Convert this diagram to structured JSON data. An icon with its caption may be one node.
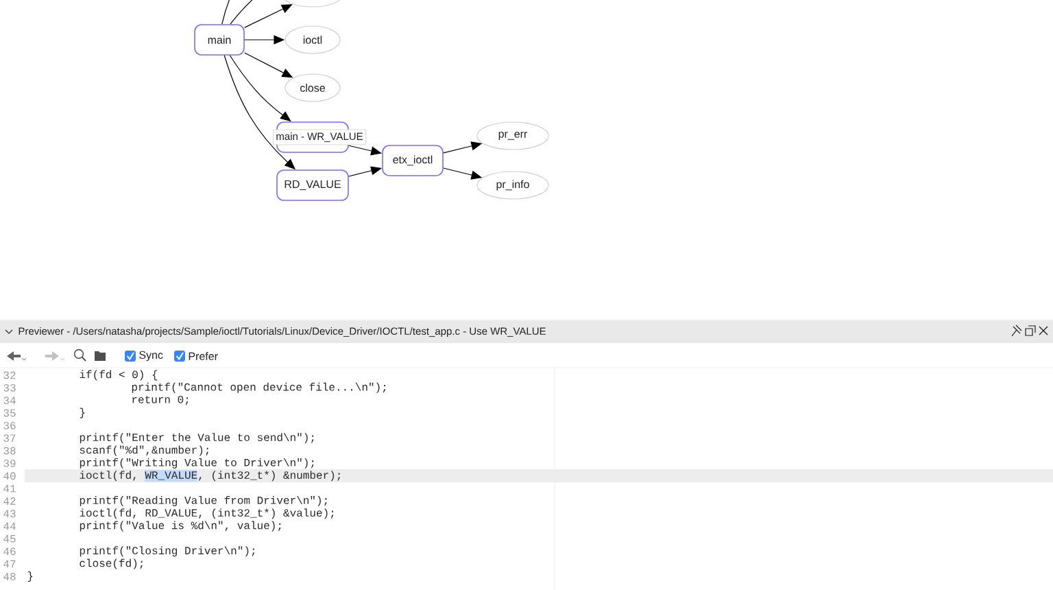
{
  "diagram": {
    "nodes": [
      {
        "text": [],
        "shape": "ellipse"
      },
      {
        "text": [
          "main"
        ]
      },
      {
        "text": [
          "ioctl"
        ]
      },
      {
        "text": [
          "close"
        ]
      },
      {
        "text": [],
        "shape": "box"
      },
      {
        "text": [
          "RD_VALUE"
        ]
      },
      {
        "text": [
          "etx_ioctl"
        ]
      },
      {
        "text": [
          "pr_err"
        ]
      },
      {
        "text": [
          "pr_info"
        ]
      }
    ],
    "edges": [
      {
        "from": 1,
        "to": null,
        "arrow": "none"
      },
      {
        "from": 1,
        "to": null,
        "arrow": "none"
      },
      {
        "from": 1,
        "to": 0,
        "arrow": "to"
      },
      {
        "from": 1,
        "to": 2,
        "arrow": "to"
      },
      {
        "from": 1,
        "to": 3,
        "arrow": "to"
      },
      {
        "from": 1,
        "to": 4,
        "arrow": "to"
      },
      {
        "from": 1,
        "to": 5,
        "arrow": "to"
      },
      {
        "from": 4,
        "to": 6,
        "arrow": "to"
      },
      {
        "from": 5,
        "to": 6,
        "arrow": "to"
      },
      {
        "from": 6,
        "to": 7,
        "arrow": "to"
      },
      {
        "from": 6,
        "to": 8,
        "arrow": "to"
      }
    ],
    "labels": [
      "main - WR_VALUE",
      "Previewer - /Users/natasha/projects/Sample/ioctl/Tutorials/Linux/Device_Driver/IOCTL/test_app.c - Use WR_VALUE",
      "Sync",
      "Prefer",
      "32",
      "if(fd < 0) {",
      "33",
      "printf(\"Cannot open device file...\\n\");",
      "34",
      "return 0;",
      "35",
      "}",
      "36",
      "37",
      "printf(\"Enter the Value to send\\n\");",
      "38",
      "scanf(\"%d\",&number);",
      "39",
      "printf(\"Writing Value to Driver\\n\");",
      "40",
      "ioctl(fd, WR_VALUE, (int32_t*) &number);",
      "41",
      "42",
      "printf(\"Reading Value from Driver\\n\");",
      "43",
      "ioctl(fd, RD_VALUE, (int32_t*) &value);",
      "44",
      "printf(\"Value is %d\\n\", value);",
      "45",
      "46",
      "printf(\"Closing Driver\\n\");",
      "47",
      "close(fd);",
      "48",
      "}"
    ]
  }
}
